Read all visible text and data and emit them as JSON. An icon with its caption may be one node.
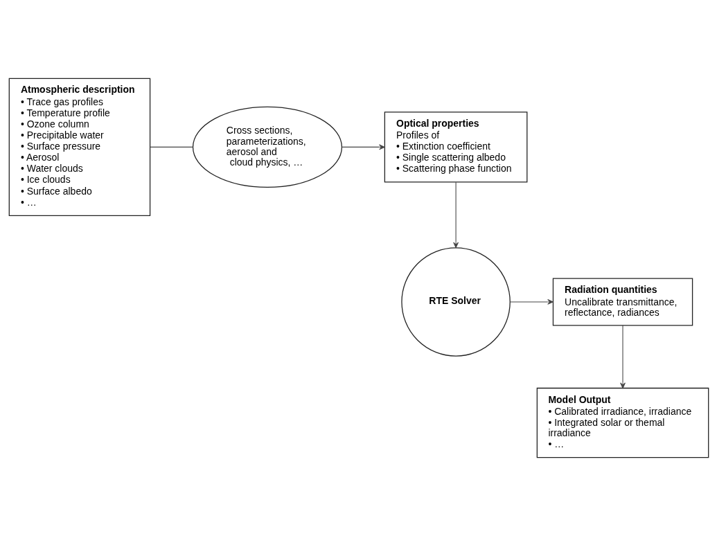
{
  "diagram": {
    "nodes": [
      {
        "text": [
          "Atmospheric description",
          "• Trace gas profiles",
          "• Temperature profile",
          "• Ozone column",
          "• Precipitable water",
          "• Surface pressure",
          "• Aerosol",
          "• Water clouds",
          "• Ice clouds",
          "• Surface albedo",
          "• …"
        ]
      },
      {
        "text": [
          "Cross sections, parameterizations, aerosol and cloud physics, …"
        ]
      },
      {
        "text": [
          "Optical properties",
          "Profiles of",
          "• Extinction coefficient",
          "• Single scattering albedo",
          "• Scattering phase function"
        ]
      },
      {
        "text": [
          "RTE Solver"
        ]
      },
      {
        "text": [
          "Radiation quantities",
          "Uncalibrate transmittance, reflectance, radiances"
        ]
      },
      {
        "text": [
          "Model Output",
          "• Calibrated irradiance, irradiance",
          "• Integrated solar or themal irradiance",
          "• …"
        ]
      }
    ],
    "edges": [
      {
        "from": 0,
        "to": 1,
        "arrow": "none"
      },
      {
        "from": 1,
        "to": 2,
        "arrow": "to"
      },
      {
        "from": 2,
        "to": 3,
        "arrow": "to"
      },
      {
        "from": 3,
        "to": 4,
        "arrow": "to"
      },
      {
        "from": 4,
        "to": 5,
        "arrow": "to"
      }
    ]
  }
}
